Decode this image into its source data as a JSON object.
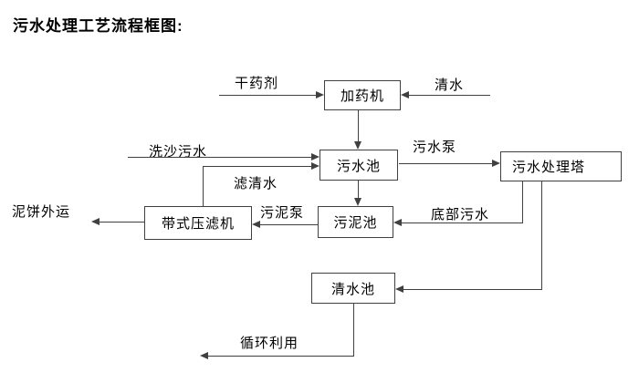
{
  "title": "污水处理工艺流程框图:",
  "nodes": {
    "dosing_machine": "加药机",
    "sewage_pool": "污水池",
    "treatment_tower": "污水处理塔",
    "sludge_pool": "污泥池",
    "belt_filter_press": "带式压滤机",
    "clean_water_pool": "清水池"
  },
  "flow_labels": {
    "dry_agent": "干药剂",
    "clean_water": "清水",
    "sand_wash_sewage": "洗沙污水",
    "filtered_clean_water": "滤清水",
    "sewage_pump": "污水泵",
    "sludge_pump": "污泥泵",
    "bottom_sewage": "底部污水",
    "mud_cake_out": "泥饼外运",
    "recycle_use": "循环利用"
  },
  "colors": {
    "line": "#404040",
    "text": "#000000",
    "background": "#ffffff"
  }
}
